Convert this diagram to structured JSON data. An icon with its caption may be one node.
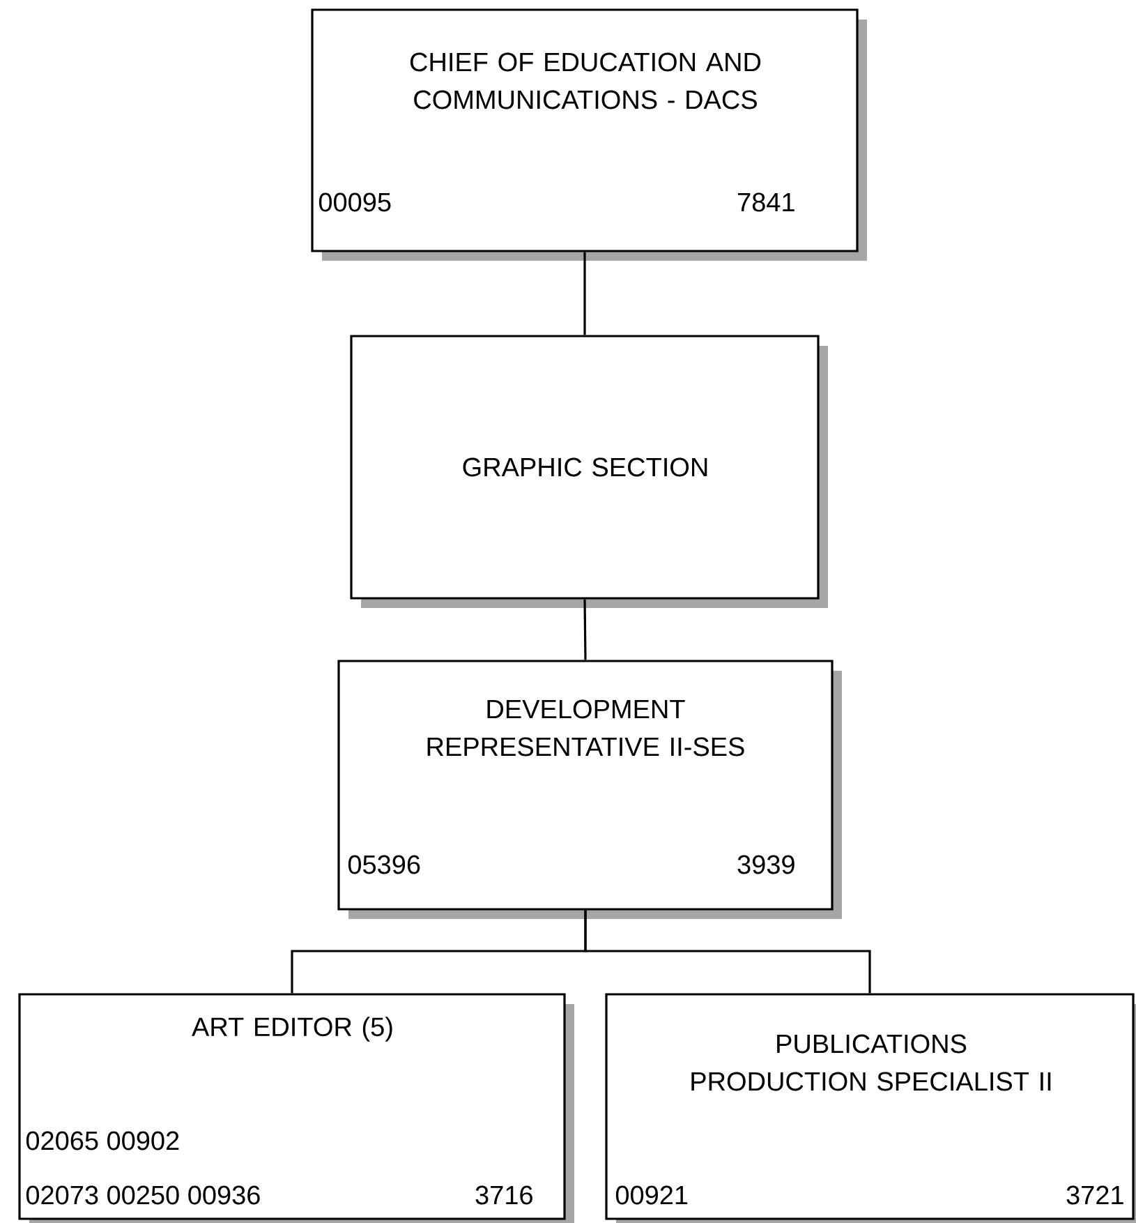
{
  "diagram": {
    "nodes": [
      {
        "text": [
          "CHIEF OF EDUCATION AND COMMUNICATIONS - DACS",
          "00095",
          "7841"
        ]
      },
      {
        "text": [
          "GRAPHIC SECTION"
        ]
      },
      {
        "text": [
          "DEVELOPMENT REPRESENTATIVE II-SES",
          "05396",
          "3939"
        ]
      },
      {
        "text": [
          "ART EDITOR (5)",
          "02065 00902",
          "02073 00250 00936",
          "3716"
        ]
      },
      {
        "text": [
          "PUBLICATIONS PRODUCTION SPECIALIST II",
          "00921",
          "3721"
        ]
      }
    ],
    "edges": [
      {
        "from": 0,
        "to": 1,
        "arrow": "none"
      },
      {
        "from": 1,
        "to": 2,
        "arrow": "none"
      },
      {
        "from": 2,
        "to": 3,
        "arrow": "none"
      },
      {
        "from": 2,
        "to": 4,
        "arrow": "none"
      }
    ]
  }
}
